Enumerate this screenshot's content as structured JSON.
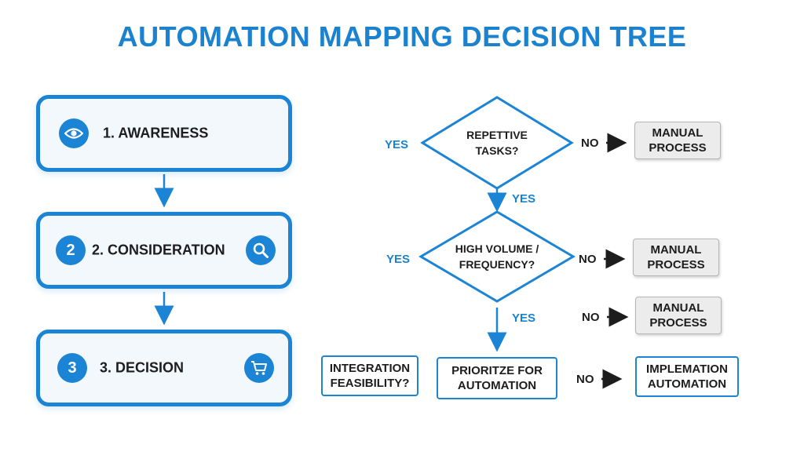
{
  "title": "AUTOMATION MAPPING DECISION TREE",
  "stages": [
    {
      "label": "1. AWARENESS",
      "icon": "eye-icon"
    },
    {
      "label": "2. CONSIDERATION",
      "badge": "2",
      "icon": "search-icon"
    },
    {
      "label": "3. DECISION",
      "badge": "3",
      "icon": "cart-icon"
    }
  ],
  "decisions": [
    {
      "question": "REPETTIVE TASKS?",
      "line1": "REPETTIVE",
      "line2": "TASKS?",
      "yes_left": "YES",
      "no": "NO",
      "no_result": [
        "MANUAL",
        "PROCESS"
      ],
      "yes_down": "YES"
    },
    {
      "question": "HIGH VOLUME / FREQUENCY?",
      "line1": "HIGH VOLUME /",
      "line2": "FREQUENCY?",
      "yes_left": "YES",
      "no": "NO",
      "no_result": [
        "MANUAL",
        "PROCESS"
      ],
      "yes_down": "YES"
    }
  ],
  "extra_branch": {
    "no": "NO",
    "result": [
      "MANUAL",
      "PROCESS"
    ]
  },
  "bottom": {
    "integration": [
      "INTEGRATION",
      "FEASIBILITY?"
    ],
    "prioritize": [
      "PRIORITZE FOR",
      "AUTOMATION"
    ],
    "no": "NO",
    "implement": [
      "IMPLEMATION",
      "AUTOMATION"
    ]
  },
  "colors": {
    "accent": "#1c84d4",
    "title": "#1a82cf",
    "manual_fill": "#ececec"
  }
}
